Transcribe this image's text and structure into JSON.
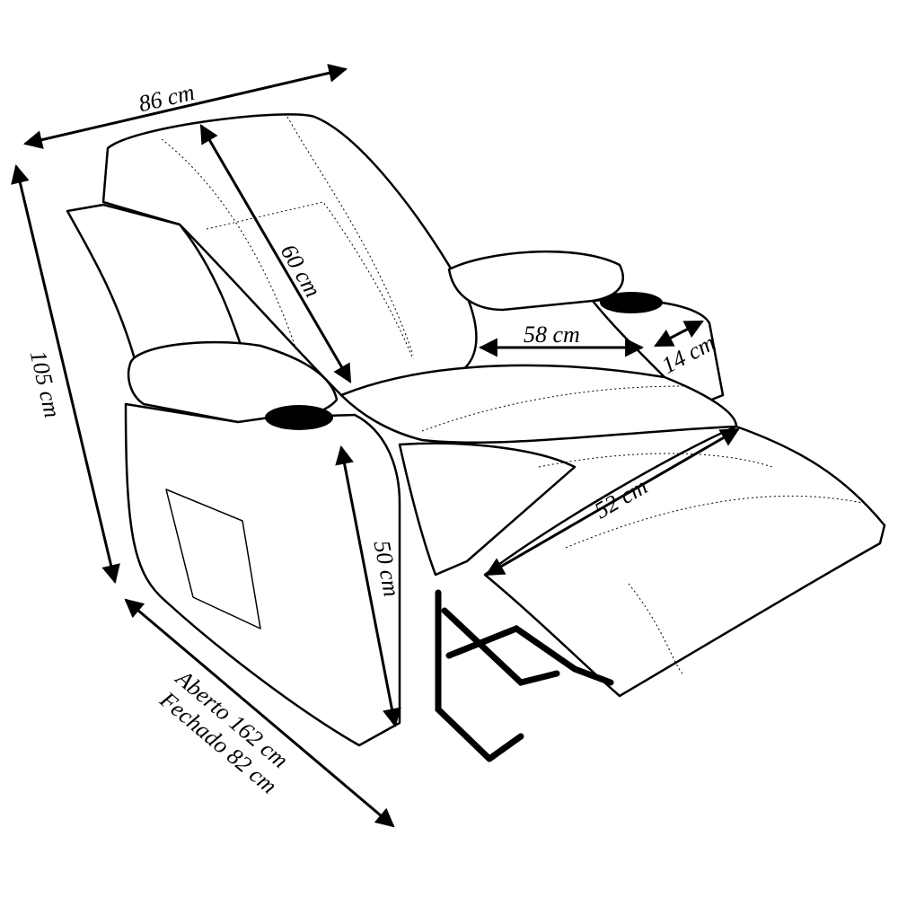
{
  "diagram": {
    "subject": "Recliner armchair with dimension annotations",
    "line_color": "#000000",
    "background": "#ffffff",
    "dimensions": {
      "width": {
        "label": "86 cm"
      },
      "height": {
        "label": "105 cm"
      },
      "backrest": {
        "label": "60 cm"
      },
      "seat_width": {
        "label": "58 cm"
      },
      "armrest_width": {
        "label": "14 cm"
      },
      "seat_depth": {
        "label": "52 cm"
      },
      "seat_height": {
        "label": "50 cm"
      },
      "depth_open": {
        "label": "Aberto 162 cm"
      },
      "depth_closed": {
        "label": "Fechado 82 cm"
      }
    }
  }
}
